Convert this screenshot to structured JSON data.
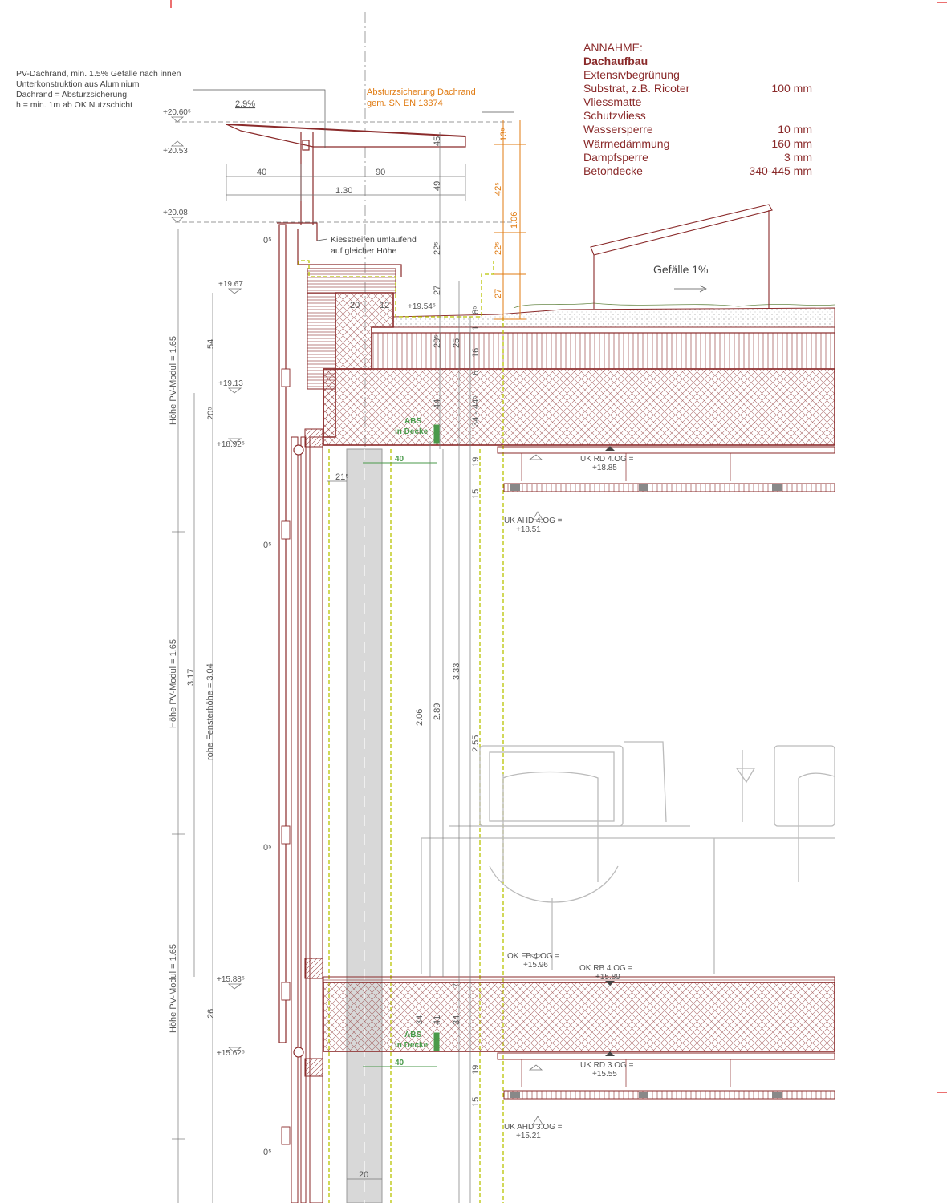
{
  "notes": {
    "pv_edge": [
      "PV-Dachrand, min. 1.5% Gefälle nach innen",
      "Unterkonstruktion aus Aluminium",
      "Dachrand = Absturzsicherung,",
      "h = min. 1m ab OK Nutzschicht"
    ],
    "fall_protection": [
      "Absturzsicherung Dachrand",
      "gem. SN EN 13374"
    ],
    "gravel": [
      "Kiesstreifen umlaufend",
      "auf gleicher Höhe"
    ],
    "slope_roof": "Gefälle 1%",
    "slope_pv": "2.9%",
    "abs": [
      "ABS",
      "in Decke"
    ]
  },
  "legend": {
    "header": "ANNAHME:",
    "title": "Dachaufbau",
    "rows": [
      {
        "label": "Extensivbegrünung",
        "value": ""
      },
      {
        "label": "Substrat, z.B. Ricoter",
        "value": "100 mm"
      },
      {
        "label": "Vliessmatte",
        "value": ""
      },
      {
        "label": "Schutzvliess",
        "value": ""
      },
      {
        "label": "Wassersperre",
        "value": "10 mm"
      },
      {
        "label": "Wärmedämmung",
        "value": "160 mm"
      },
      {
        "label": "Dampfsperre",
        "value": "3 mm"
      },
      {
        "label": "Betondecke",
        "value": "340-445 mm"
      }
    ]
  },
  "levels": {
    "l1": "+20.60⁵",
    "l2": "+20.53",
    "l3": "+20.08",
    "l4": "+19.67",
    "l5": "+19.54⁵",
    "l6": "+19.13",
    "l7": "+18.92⁵",
    "l8": "+15.88⁵",
    "l9": "+15.62⁵"
  },
  "ceiling_labels": {
    "uk_rd_4og": [
      "UK RD 4.OG =",
      "+18.85"
    ],
    "uk_ahd_4og": [
      "UK AHD 4.OG =",
      "+18.51"
    ],
    "ok_fb_4og": [
      "OK FB 4.OG =",
      "+15.96"
    ],
    "ok_rb_4og": [
      "OK RB 4.OG =",
      "+15.89"
    ],
    "uk_rd_3og": [
      "UK RD 3.OG =",
      "+15.55"
    ],
    "uk_ahd_3og": [
      "UK AHD 3.OG =",
      "+15.21"
    ]
  },
  "vertical_labels": {
    "pv_module": "Höhe PV-Modul = 1.65",
    "window_height": "rohe Fensterhöhe = 3.04",
    "total": "3.17"
  },
  "dims": {
    "d40": "40",
    "d90": "90",
    "d130": "1.30",
    "d13": "13⁵",
    "d42": "42⁵",
    "d106": "1.06",
    "d22": "22⁵",
    "d27": "27",
    "d49": "49",
    "d45": "45",
    "d22b": "22⁵",
    "d27b": "27",
    "d8": "8⁵",
    "d29": "29⁵",
    "d25": "25",
    "d16": "16",
    "d1": "1",
    "d6": "6",
    "d44": "44",
    "d34_44": "34 - 44⁵",
    "d20": "20",
    "d12": "12",
    "d54": "54",
    "d20_5": "20⁵",
    "d26": "26",
    "d0": "0⁵",
    "d21": "21⁵",
    "d40b": "40",
    "d19": "19",
    "d15": "15",
    "d206": "2.06",
    "d289": "2.89",
    "d333": "3.33",
    "d255": "2.55",
    "d34": "34",
    "d41": "41",
    "d7": "7",
    "d19b": "19",
    "d15b": "15",
    "d40c": "40",
    "d20b": "20"
  },
  "colors": {
    "construction": "#8a2a2a",
    "annotation_orange": "#e07b12",
    "annotation_green": "#4a9a4a",
    "dimension": "#555555",
    "insulation_yellow": "#b8c400"
  }
}
